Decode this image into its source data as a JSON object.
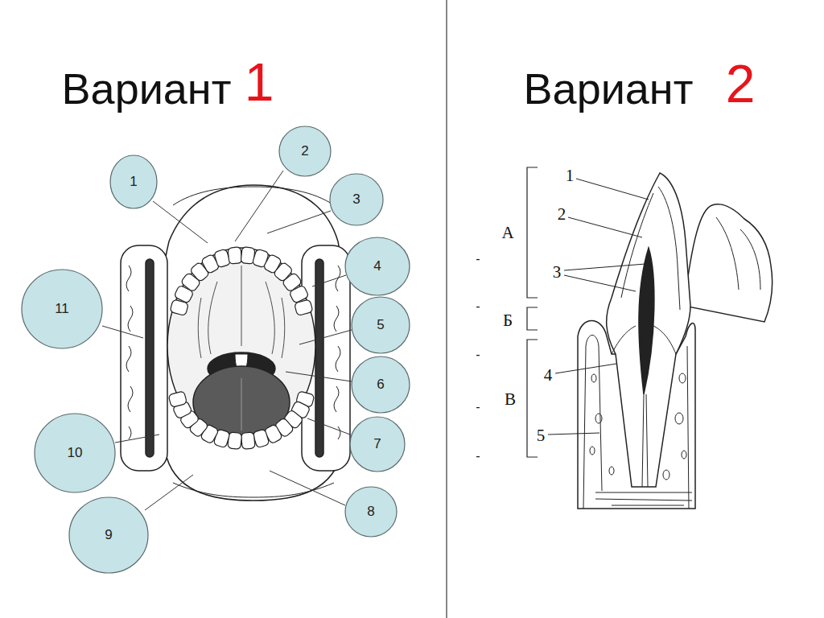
{
  "diagram": {
    "nodes": [
      {
        "text": [
          "1"
        ]
      },
      {
        "text": [
          "2"
        ]
      },
      {
        "text": [
          "3"
        ]
      },
      {
        "text": [
          "4"
        ]
      },
      {
        "text": [
          "5"
        ]
      },
      {
        "text": [
          "6"
        ]
      },
      {
        "text": [
          "7"
        ]
      },
      {
        "text": [
          "8"
        ]
      },
      {
        "text": [
          "9"
        ]
      },
      {
        "text": [
          "10"
        ]
      },
      {
        "text": [
          "11"
        ]
      }
    ],
    "labels": [
      "Вариант",
      "1",
      "Вариант",
      "2",
      "1",
      "2",
      "3",
      "4",
      "5",
      "А",
      "Б",
      "В",
      "-",
      "-",
      "-",
      "-",
      "-"
    ]
  }
}
